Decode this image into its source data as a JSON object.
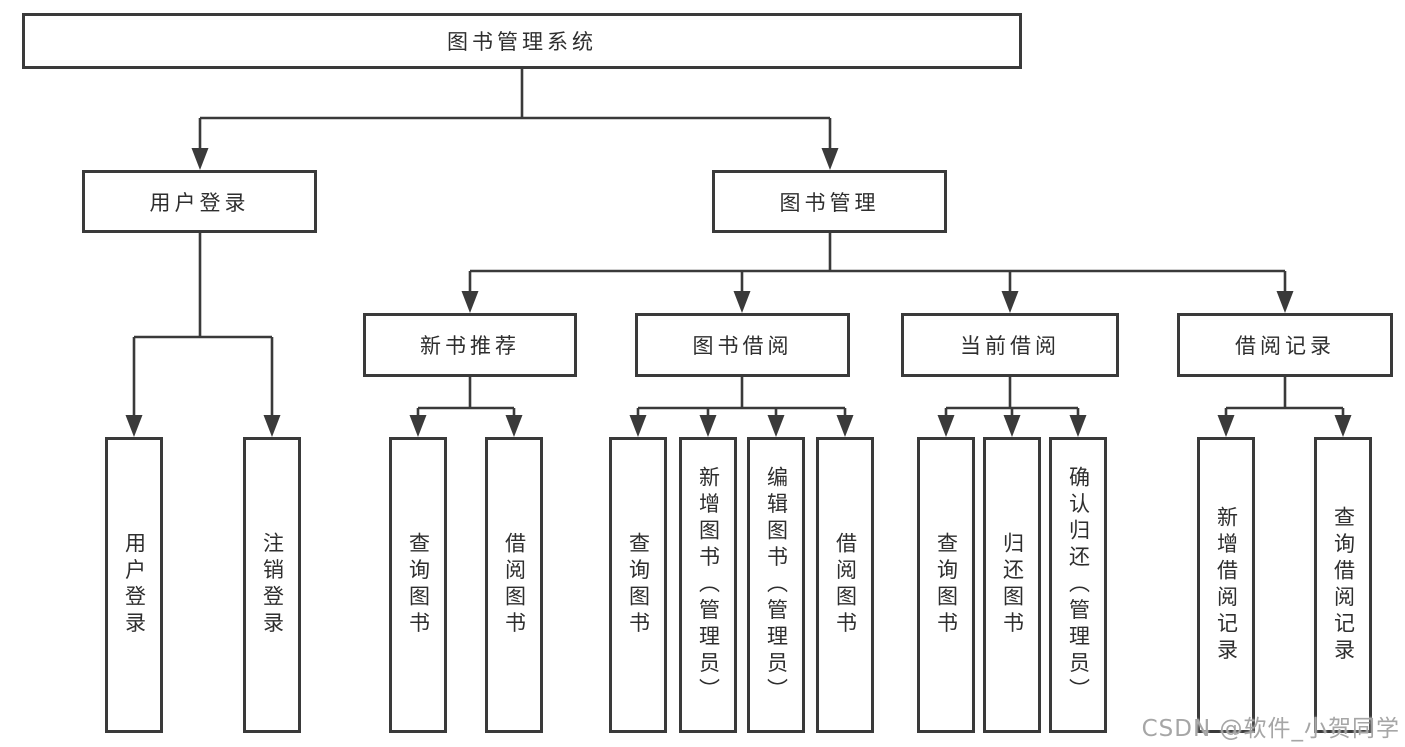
{
  "diagram": {
    "root": "图书管理系统",
    "level2": [
      {
        "label": "用户登录",
        "leaves": [
          "用户登录",
          "注销登录"
        ]
      },
      {
        "label": "图书管理",
        "groups": [
          {
            "label": "新书推荐",
            "leaves": [
              "查询图书",
              "借阅图书"
            ]
          },
          {
            "label": "图书借阅",
            "leaves": [
              "查询图书",
              "新增图书（管理员）",
              "编辑图书（管理员）",
              "借阅图书"
            ]
          },
          {
            "label": "当前借阅",
            "leaves": [
              "查询图书",
              "归还图书",
              "确认归还（管理员）"
            ]
          },
          {
            "label": "借阅记录",
            "leaves": [
              "新增借阅记录",
              "查询借阅记录"
            ]
          }
        ]
      }
    ]
  },
  "watermark": "CSDN @软件_小贺同学",
  "colors": {
    "line": "#3a3a3a",
    "text": "#2e2e2e",
    "watermark": "#a6a6a6",
    "background": "#ffffff"
  }
}
